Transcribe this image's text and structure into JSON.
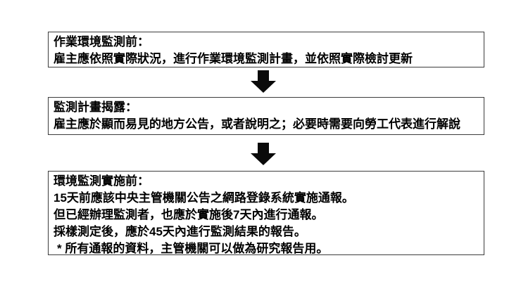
{
  "colors": {
    "background": "#ffffff",
    "box_border": "#3c3c3c",
    "text": "#000000",
    "arrow": "#0a0a0a"
  },
  "flow": {
    "boxes": [
      {
        "title": "作業環境監測前：",
        "lines": [
          "雇主應依照實際狀況，進行作業環境監測計畫，並依照實際檢討更新"
        ]
      },
      {
        "title": "監測計畫揭露：",
        "lines": [
          "雇主應於顯而易見的地方公告，或者說明之；必要時需要向勞工代表進行解說"
        ]
      },
      {
        "title": "環境監測實施前：",
        "lines": [
          "15天前應該中央主管機關公告之網路登錄系統實施通報。",
          "但已經辦理監測者，也應於實施後7天內進行通報。",
          "採樣測定後，應於45天內進行監測結果的報告。",
          "* 所有通報的資料，主管機關可以做為研究報告用。"
        ]
      }
    ]
  }
}
